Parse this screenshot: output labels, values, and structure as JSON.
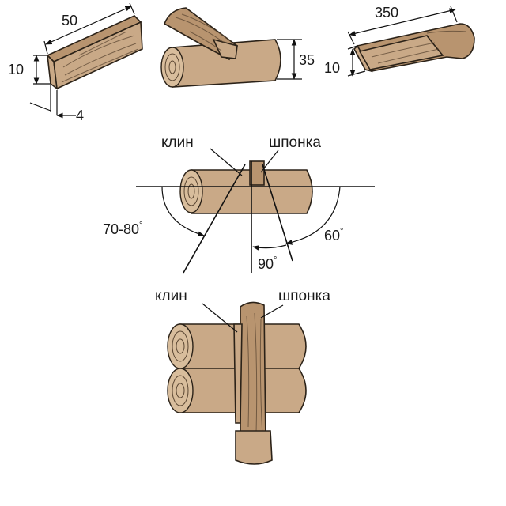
{
  "dimensions": {
    "wedge_block": {
      "length": "50",
      "height": "10",
      "thickness": "4"
    },
    "log_cut": {
      "depth": "35"
    },
    "key_bar": {
      "length": "350",
      "height": "10"
    }
  },
  "middle": {
    "wedge_label": "клин",
    "key_label": "шпонка",
    "angle_left": "70-80",
    "angle_bottom": "90",
    "angle_right": "60",
    "degree": "°"
  },
  "bottom": {
    "wedge_label": "клин",
    "key_label": "шпонка"
  }
}
